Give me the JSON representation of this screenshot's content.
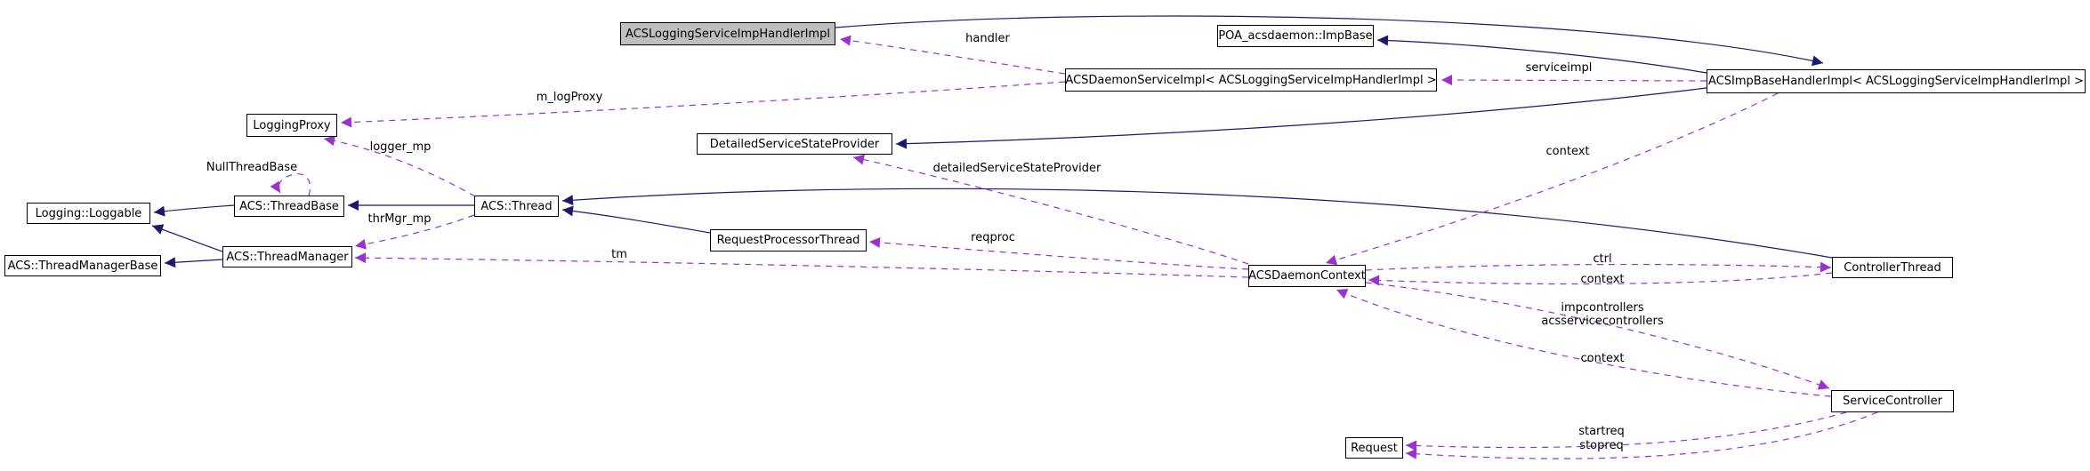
{
  "diagram": {
    "kind": "doxygen-collaboration-graph",
    "main_class": "ACSLoggingServiceImpHandlerImpl",
    "colors": {
      "background": "#ffffff",
      "inheritance_edge": "#191970",
      "usage_edge": "#9a32cd",
      "node_border": "#000000",
      "node_fill": "#ffffff",
      "main_node_fill": "#bfbfbf",
      "text": "#000000"
    }
  },
  "nodes": {
    "main": {
      "label": "ACSLoggingServiceImpHandlerImpl"
    },
    "poa_impbase": {
      "label": "POA_acsdaemon::ImpBase"
    },
    "daemon_service_impl": {
      "label": "ACSDaemonServiceImpl< ACSLoggingServiceImpHandlerImpl >"
    },
    "imp_base_handler_impl": {
      "label": "ACSImpBaseHandlerImpl< ACSLoggingServiceImpHandlerImpl >"
    },
    "logging_proxy": {
      "label": "LoggingProxy"
    },
    "detailed_service_state_provider": {
      "label": "DetailedServiceStateProvider"
    },
    "loggable": {
      "label": "Logging::Loggable"
    },
    "thread_base": {
      "label": "ACS::ThreadBase"
    },
    "thread": {
      "label": "ACS::Thread"
    },
    "thread_manager_base": {
      "label": "ACS::ThreadManagerBase"
    },
    "thread_manager": {
      "label": "ACS::ThreadManager"
    },
    "request_processor_thread": {
      "label": "RequestProcessorThread"
    },
    "daemon_context": {
      "label": "ACSDaemonContext"
    },
    "controller_thread": {
      "label": "ControllerThread"
    },
    "service_controller": {
      "label": "ServiceController"
    },
    "request": {
      "label": "Request"
    }
  },
  "edge_labels": {
    "handler": "handler",
    "serviceimpl": "serviceimpl",
    "m_logProxy": "m_logProxy",
    "logger_mp": "logger_mp",
    "nullthreadbase": "NullThreadBase",
    "thrMgr_mp": "thrMgr_mp",
    "tm": "tm",
    "reqproc": "reqproc",
    "detailedServiceStateProvider": "detailedServiceStateProvider",
    "context": "context",
    "ctrl": "ctrl",
    "impcontrollers": "impcontrollers",
    "acsservicecontrollers": "acsservicecontrollers",
    "startreq": "startreq",
    "stopreq": "stopreq"
  },
  "edges": [
    {
      "from": "ACSLoggingServiceImpHandlerImpl",
      "to": "ACSImpBaseHandlerImpl< ACSLoggingServiceImpHandlerImpl >",
      "type": "inheritance"
    },
    {
      "from": "ACSImpBaseHandlerImpl< ACSLoggingServiceImpHandlerImpl >",
      "to": "POA_acsdaemon::ImpBase",
      "type": "inheritance"
    },
    {
      "from": "ACSImpBaseHandlerImpl< ACSLoggingServiceImpHandlerImpl >",
      "to": "DetailedServiceStateProvider",
      "type": "inheritance"
    },
    {
      "from": "ACSDaemonServiceImpl< ACSLoggingServiceImpHandlerImpl >",
      "to": "ACSLoggingServiceImpHandlerImpl",
      "label": "handler",
      "type": "usage"
    },
    {
      "from": "ACSImpBaseHandlerImpl< ACSLoggingServiceImpHandlerImpl >",
      "to": "ACSDaemonServiceImpl< ACSLoggingServiceImpHandlerImpl >",
      "label": "serviceimpl",
      "type": "usage"
    },
    {
      "from": "ACSDaemonServiceImpl< ACSLoggingServiceImpHandlerImpl >",
      "to": "LoggingProxy",
      "label": "m_logProxy",
      "type": "usage"
    },
    {
      "from": "ACS::Thread",
      "to": "LoggingProxy",
      "label": "logger_mp",
      "type": "usage"
    },
    {
      "from": "ACS::ThreadBase",
      "to": "ACS::ThreadBase",
      "label": "NullThreadBase",
      "type": "usage"
    },
    {
      "from": "ACS::ThreadBase",
      "to": "Logging::Loggable",
      "type": "inheritance"
    },
    {
      "from": "ACS::Thread",
      "to": "ACS::ThreadBase",
      "type": "inheritance"
    },
    {
      "from": "ACS::Thread",
      "to": "ACS::ThreadManager",
      "label": "thrMgr_mp",
      "type": "usage"
    },
    {
      "from": "ACS::ThreadManager",
      "to": "Logging::Loggable",
      "type": "inheritance"
    },
    {
      "from": "ACS::ThreadManager",
      "to": "ACS::ThreadManagerBase",
      "type": "inheritance"
    },
    {
      "from": "RequestProcessorThread",
      "to": "ACS::Thread",
      "type": "inheritance"
    },
    {
      "from": "ControllerThread",
      "to": "ACS::Thread",
      "type": "inheritance"
    },
    {
      "from": "ACSDaemonContext",
      "to": "ACS::ThreadManager",
      "label": "tm",
      "type": "usage"
    },
    {
      "from": "ACSDaemonContext",
      "to": "RequestProcessorThread",
      "label": "reqproc",
      "type": "usage"
    },
    {
      "from": "ACSDaemonContext",
      "to": "DetailedServiceStateProvider",
      "label": "detailedServiceStateProvider",
      "type": "usage"
    },
    {
      "from": "ACSImpBaseHandlerImpl< ACSLoggingServiceImpHandlerImpl >",
      "to": "ACSDaemonContext",
      "label": "context",
      "type": "usage"
    },
    {
      "from": "ACSDaemonContext",
      "to": "ControllerThread",
      "label": "ctrl",
      "type": "usage"
    },
    {
      "from": "ControllerThread",
      "to": "ACSDaemonContext",
      "label": "context",
      "type": "usage"
    },
    {
      "from": "ACSDaemonContext",
      "to": "ServiceController",
      "label": "impcontrollers acsservicecontrollers",
      "type": "usage"
    },
    {
      "from": "ServiceController",
      "to": "ACSDaemonContext",
      "label": "context",
      "type": "usage"
    },
    {
      "from": "ServiceController",
      "to": "Request",
      "label": "startreq",
      "type": "usage"
    },
    {
      "from": "ServiceController",
      "to": "Request",
      "label": "stopreq",
      "type": "usage"
    }
  ]
}
